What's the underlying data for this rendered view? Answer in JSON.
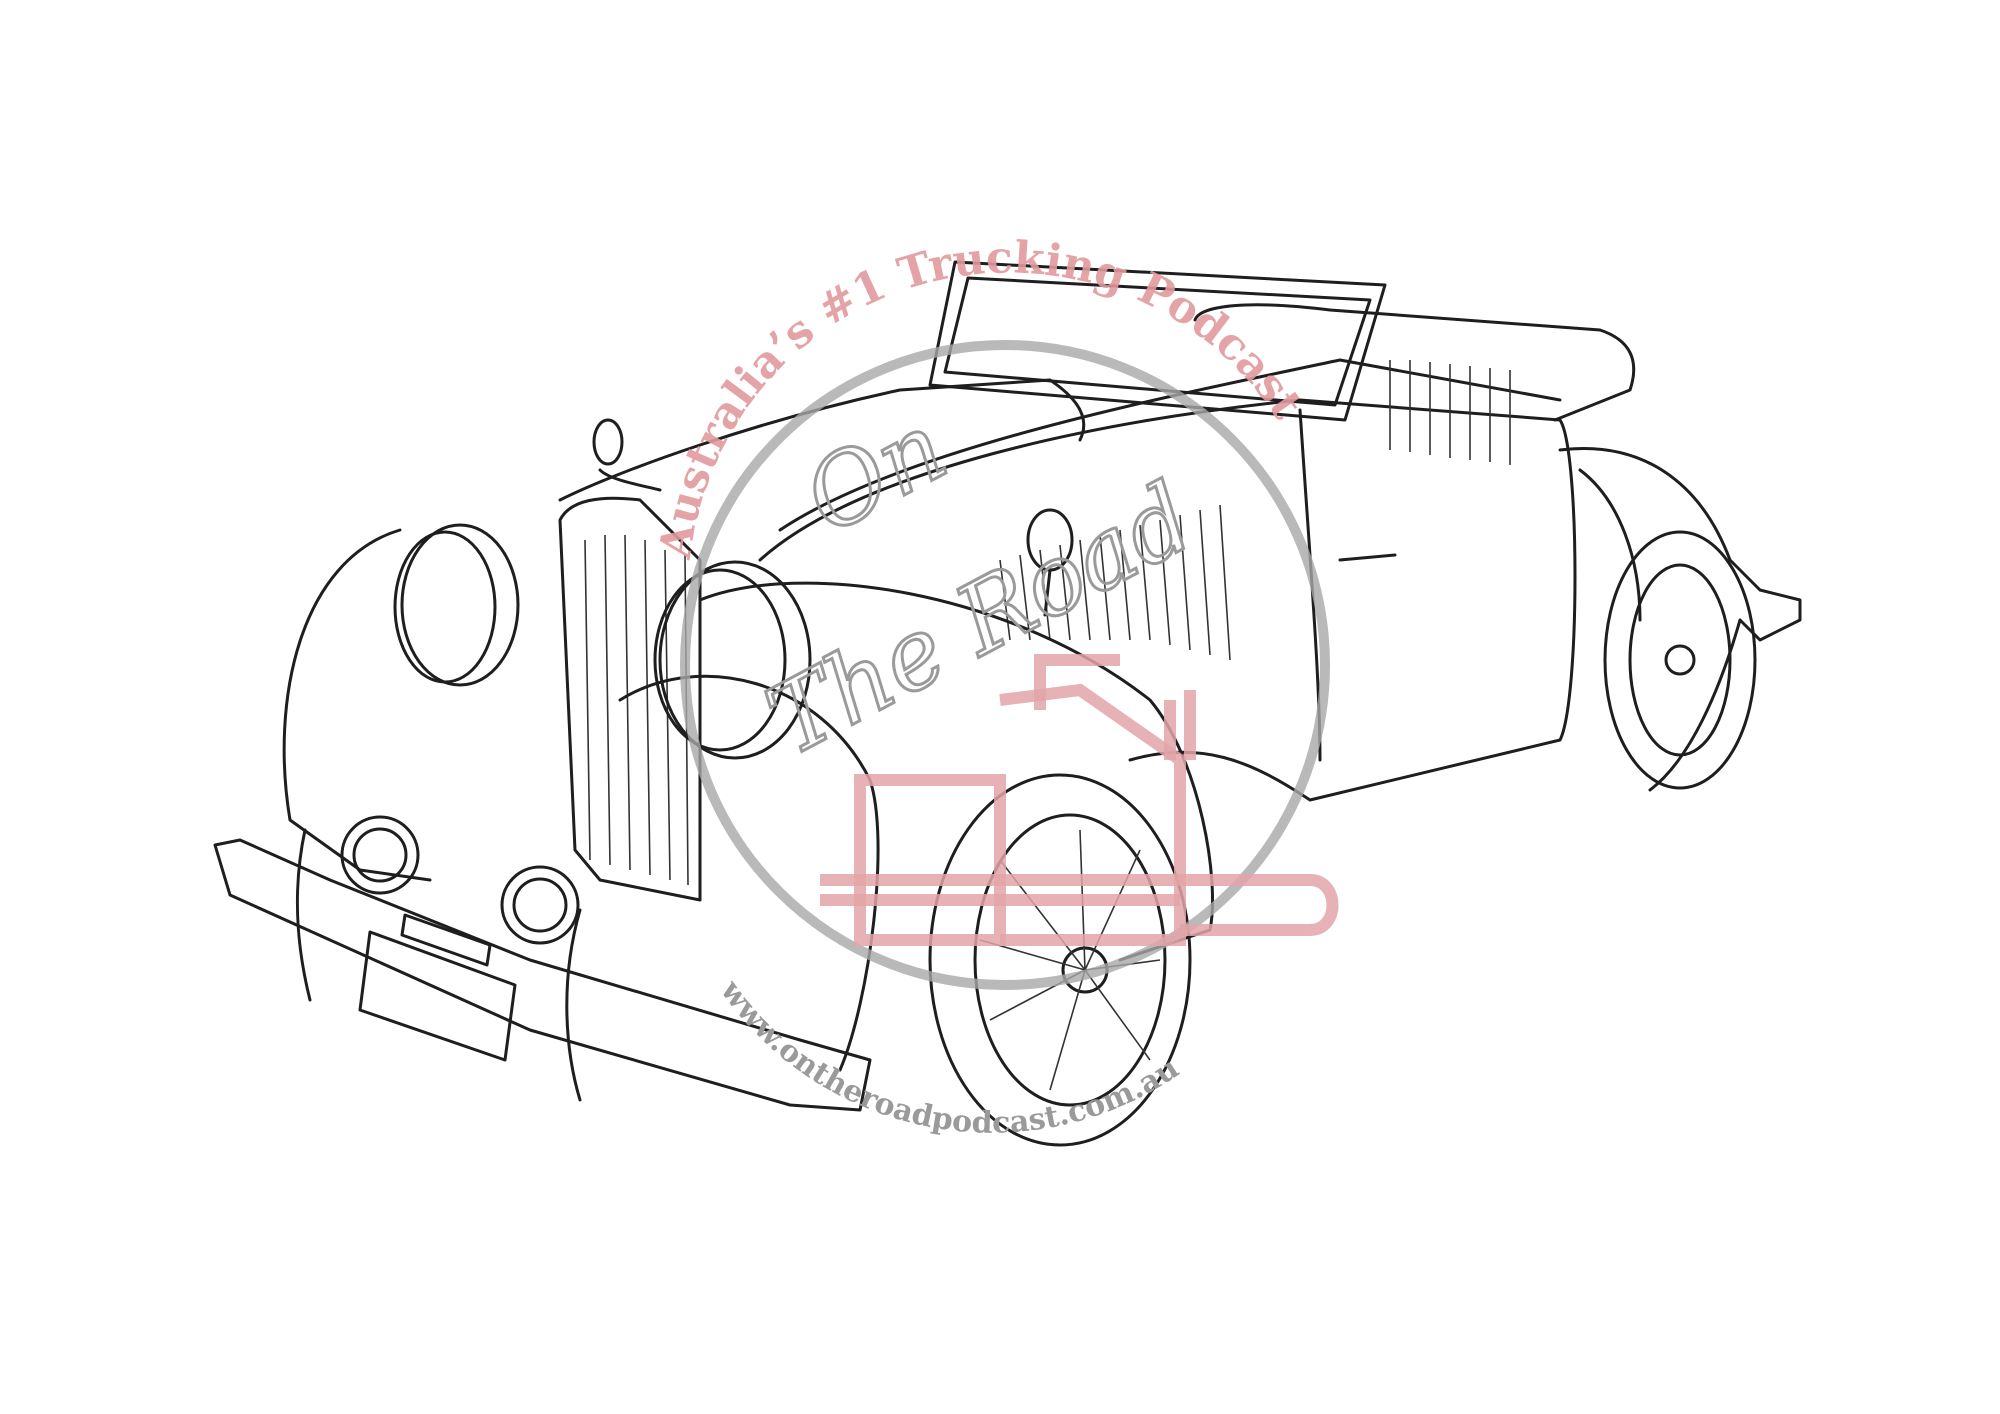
{
  "image": {
    "subject": "vintage-convertible-car-line-drawing",
    "colors": {
      "line": "#1e1e1e",
      "watermark_red": "#e2a5a8",
      "watermark_grey": "#9a9a9a",
      "background": "#ffffff"
    }
  },
  "watermark": {
    "top_arc_text": "Australia's #1 Trucking Podcast",
    "script_title": "On The Road",
    "bottom_arc_text": "www.ontheroadpodcast.com.au",
    "logo_icon": "truck-icon"
  }
}
